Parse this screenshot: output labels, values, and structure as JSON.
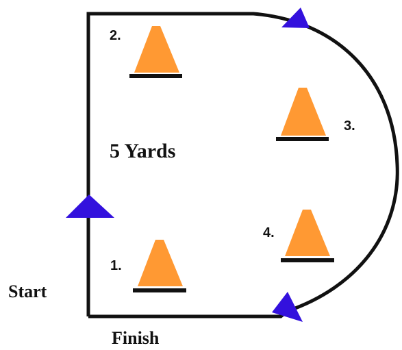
{
  "labels": {
    "distance": "5 Yards",
    "start": "Start",
    "finish": "Finish"
  },
  "cones": [
    {
      "number": "1."
    },
    {
      "number": "2."
    },
    {
      "number": "3."
    },
    {
      "number": "4."
    }
  ],
  "colors": {
    "cone": "#ff9933",
    "arrow": "#3311dd",
    "path": "#111111"
  }
}
